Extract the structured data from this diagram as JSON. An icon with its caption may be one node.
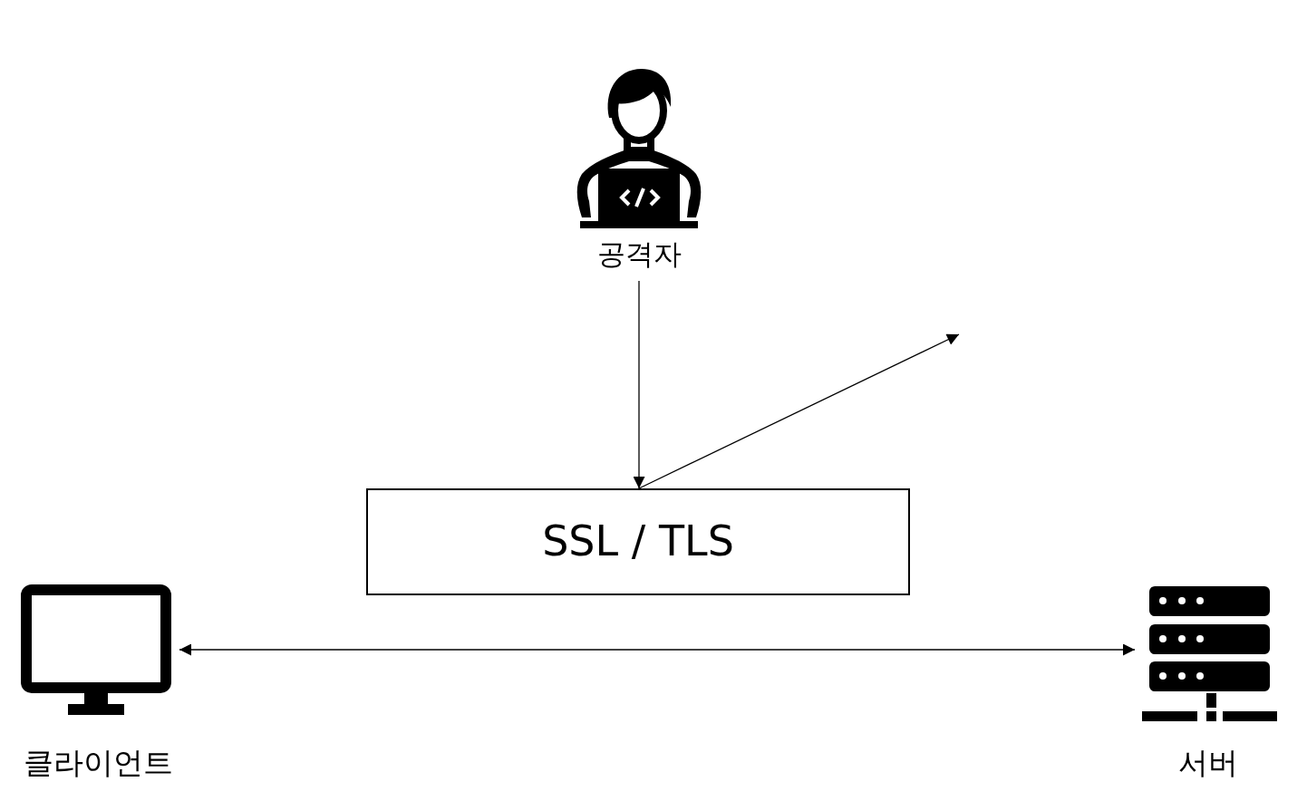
{
  "diagram": {
    "nodes": [
      {
        "text": [
          "공격자"
        ]
      },
      {
        "text": [
          "SSL / TLS"
        ]
      },
      {
        "text": [
          "클라이언트"
        ]
      },
      {
        "text": [
          "서버"
        ]
      }
    ],
    "edges": [
      {
        "from": 0,
        "to": 1,
        "arrow": "to"
      },
      {
        "from": 1,
        "to": null,
        "arrow": "to"
      },
      {
        "from": 2,
        "to": 3,
        "arrow": "both"
      }
    ]
  }
}
